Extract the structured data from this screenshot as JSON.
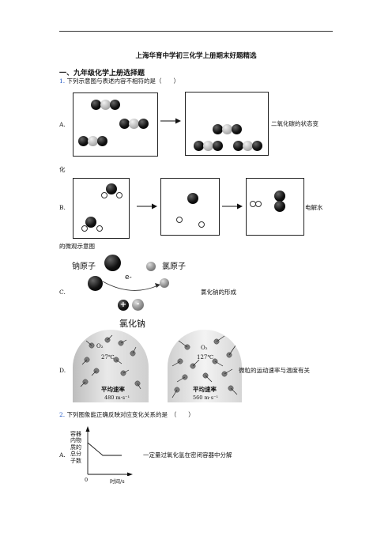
{
  "title": "上海华育中学初三化学上册期末好题精选",
  "section": "一、九年级化学上册选择题",
  "q1": {
    "num": "1.",
    "stem": "下列示意图与表述内容不相符的是（　　）",
    "optA": {
      "letter": "A.",
      "desc": "二氧化碳的状态变",
      "desc_cont": "化"
    },
    "optB": {
      "letter": "B.",
      "desc": "电解水",
      "desc_cont": "的微观示意图"
    },
    "optC": {
      "letter": "C.",
      "label_na": "钠原子",
      "label_cl": "氯原子",
      "electron": "e-",
      "plus": "+",
      "minus": "-",
      "label_nacl": "氯化钠",
      "desc": "氯化钠的形成"
    },
    "optD": {
      "letter": "D.",
      "gas1": "O₂",
      "temp1": "27℃",
      "speed_label": "平均速率",
      "speed1": "480 m·s⁻¹",
      "gas2": "O₂",
      "temp2": "127℃",
      "speed2": "560 m·s⁻¹",
      "desc": "微粒的运动速率与温度有关"
    }
  },
  "q2": {
    "num": "2.",
    "stem": "下列图象能正确反映对应变化关系的是　（　　）",
    "optA": {
      "letter": "A.",
      "ylabel_lines": [
        "容器",
        "内物",
        "质的",
        "总分",
        "子数"
      ],
      "origin": "0",
      "xlabel": "时间/s",
      "desc": "一定量过氧化氢在密闭容器中分解"
    }
  }
}
